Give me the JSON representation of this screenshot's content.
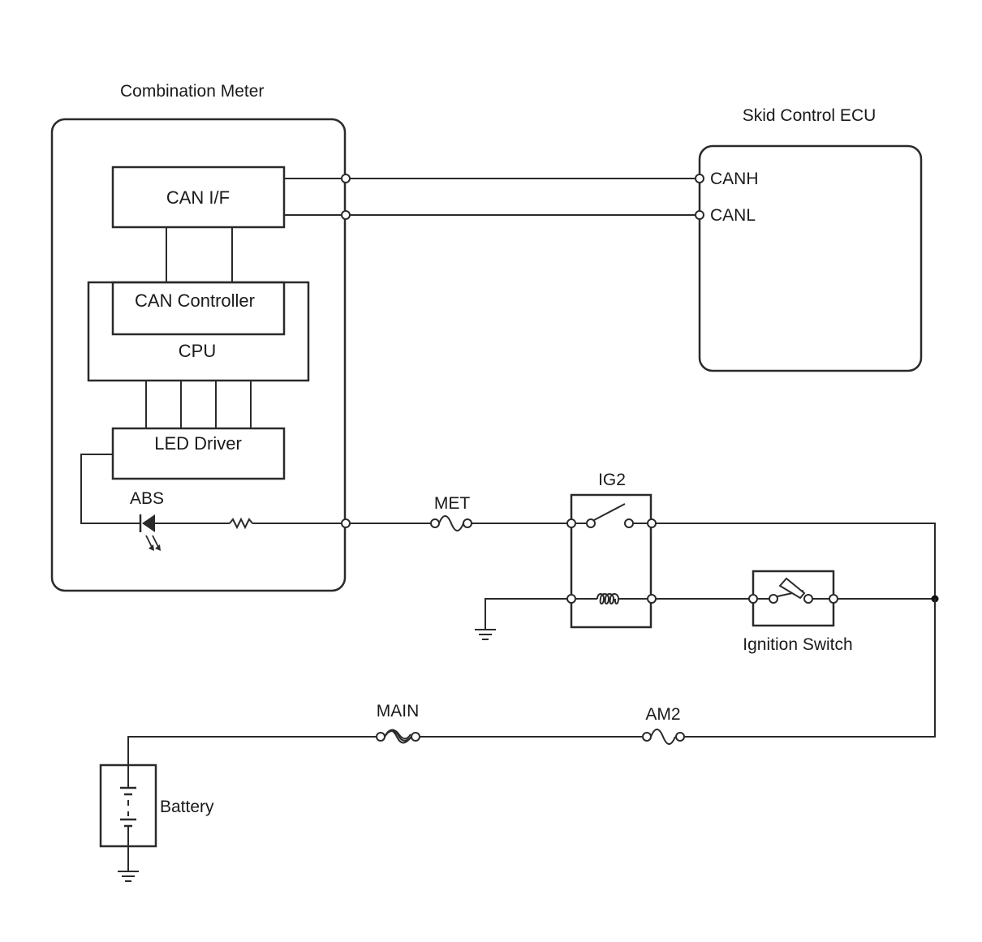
{
  "components": {
    "combination_meter": "Combination Meter",
    "skid_control_ecu": "Skid Control ECU",
    "can_if": "CAN I/F",
    "can_controller": "CAN Controller",
    "cpu": "CPU",
    "led_driver": "LED Driver",
    "abs_indicator": "ABS",
    "ig2_relay": "IG2",
    "ignition_switch": "Ignition Switch",
    "battery": "Battery"
  },
  "fuses": {
    "met": "MET",
    "main": "MAIN",
    "am2": "AM2"
  },
  "terminals": {
    "canh": "CANH",
    "canl": "CANL"
  },
  "colors": {
    "line": "#2a2a2a",
    "background": "#ffffff"
  }
}
